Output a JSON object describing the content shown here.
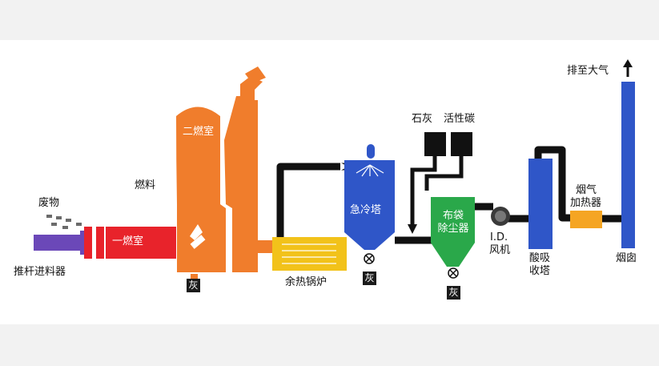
{
  "diagram": {
    "labels": {
      "waste": "废物",
      "ram_feeder": "推杆进料器",
      "primary_chamber": "一燃室",
      "secondary_chamber": "二燃室",
      "fuel": "燃料",
      "waste_heat_boiler": "余热锅炉",
      "quench_tower": "急冷塔",
      "lime": "石灰",
      "activated_carbon": "活性碳",
      "baghouse_line1": "布袋",
      "baghouse_line2": "除尘器",
      "id_fan_line1": "I.D.",
      "id_fan_line2": "风机",
      "acid_absorber_line1": "酸吸",
      "acid_absorber_line2": "收塔",
      "gas_heater_line1": "烟气",
      "gas_heater_line2": "加热器",
      "chimney": "烟囱",
      "exhaust": "排至大气",
      "ash": "灰"
    },
    "colors": {
      "primary_chamber": "#e8232b",
      "secondary_chamber": "#f07d2c",
      "boiler": "#f2c21a",
      "quench_tower": "#2f56c8",
      "baghouse": "#2aa84a",
      "acid_absorber": "#2f56c8",
      "gas_heater": "#f5a523",
      "chimney": "#2f56c8",
      "feeder": "#6b48b8",
      "duct": "#111111"
    },
    "icons": [
      "valve-icon",
      "fan-icon",
      "exhaust-arrow-icon",
      "hopper-icon"
    ]
  }
}
